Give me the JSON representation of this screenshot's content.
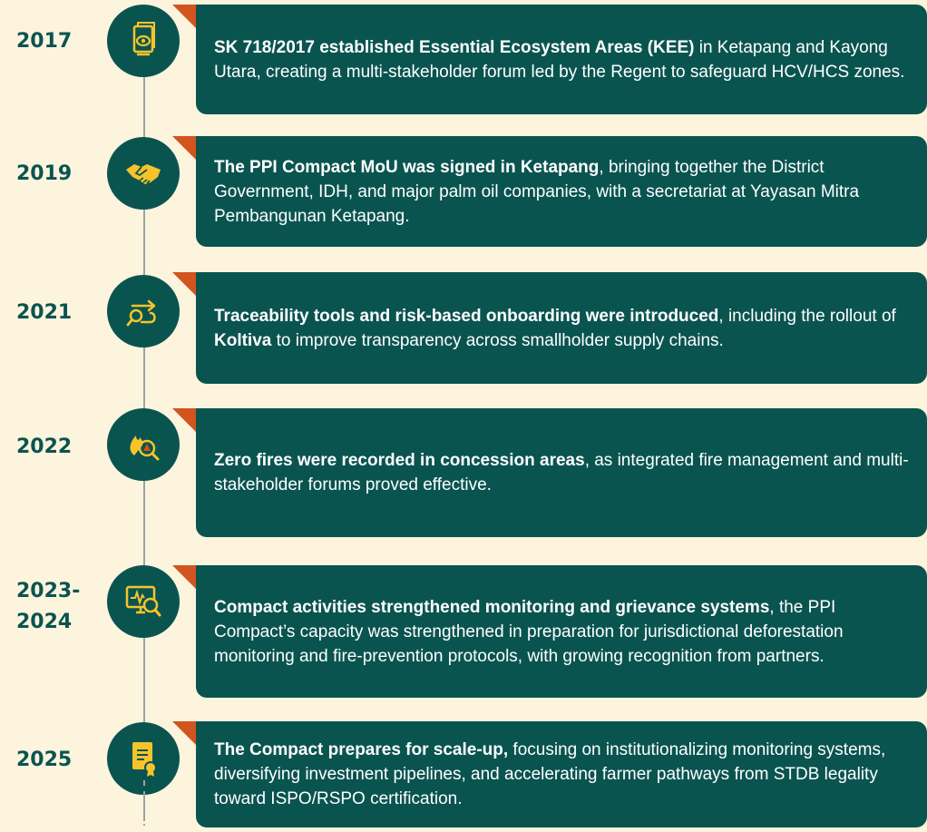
{
  "colors": {
    "background": "#fdf4de",
    "teal": "#0a5450",
    "gold": "#f6c42a",
    "accent": "#d2541f"
  },
  "entries": [
    {
      "year": "2017",
      "icon": "document-eye-icon",
      "bold": "SK 718/2017 established Essential Ecosystem Areas (KEE)",
      "text": " in Ketapang and Kayong Utara, creating a multi-stakeholder forum led by the Regent to safeguard HCV/HCS zones."
    },
    {
      "year": "2019",
      "icon": "handshake-icon",
      "bold": "The PPI Compact MoU was signed in Ketapang",
      "text": ", bringing together the District Government, IDH, and major palm oil companies, with a secretariat at Yayasan Mitra Pembangunan Ketapang."
    },
    {
      "year": "2021",
      "icon": "trace-search-icon",
      "bold": "Traceability tools and risk-based onboarding were introduced",
      "text": ", including the rollout of ",
      "bold2": "Koltiva",
      "text2": " to improve transparency across smallholder supply chains."
    },
    {
      "year": "2022",
      "icon": "fire-alert-icon",
      "bold": "Zero fires were recorded in concession areas",
      "text": ", as integrated fire management and multi-stakeholder forums proved effective."
    },
    {
      "year": "2023-",
      "year2": "2024",
      "icon": "monitor-search-icon",
      "bold": "Compact activities strengthened monitoring and grievance systems",
      "text": ", the PPI Compact’s capacity was strengthened in preparation for jurisdictional deforestation monitoring and fire-prevention protocols, with growing recognition from partners."
    },
    {
      "year": "2025",
      "icon": "certificate-icon",
      "bold": "The Compact prepares for scale-up,",
      "text": " focusing on institutionalizing monitoring systems, diversifying investment pipelines, and accelerating farmer pathways from STDB legality toward ISPO/RSPO certification."
    }
  ]
}
